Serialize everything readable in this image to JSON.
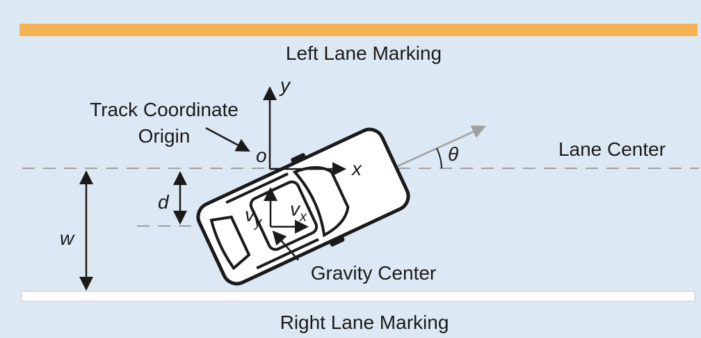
{
  "labels": {
    "left_lane_marking": "Left Lane Marking",
    "right_lane_marking": "Right Lane Marking",
    "lane_center": "Lane Center",
    "track_origin_line1": "Track Coordinate",
    "track_origin_line2": "Origin",
    "gravity_center": "Gravity Center"
  },
  "symbols": {
    "y_axis": "y",
    "x_axis": "x",
    "origin": "o",
    "theta": "θ",
    "d": "d",
    "w": "w",
    "v": "v",
    "vy_sub": "y",
    "vx_sub": "x"
  },
  "colors": {
    "background": "#dce8f3",
    "left_lane_marking": "#f5b453",
    "right_lane_marking": "#ffffff",
    "lane_center_dash": "#a0a0a0",
    "heading_arrow": "#a0a0a0",
    "ink": "#1a1a1a"
  }
}
